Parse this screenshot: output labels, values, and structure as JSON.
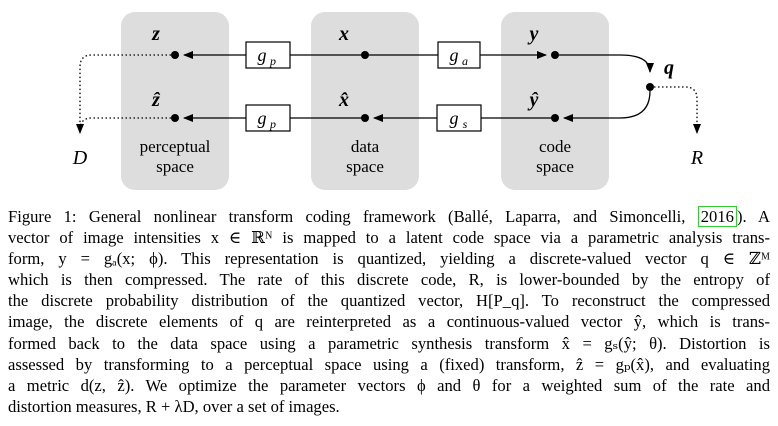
{
  "diagram": {
    "spaces": [
      {
        "id": "perceptual",
        "label_line1": "perceptual",
        "label_line2": "space",
        "top_var": "z",
        "bottom_var": "ẑ"
      },
      {
        "id": "data",
        "label_line1": "data",
        "label_line2": "space",
        "top_var": "x",
        "bottom_var": "x̂"
      },
      {
        "id": "code",
        "label_line1": "code",
        "label_line2": "space",
        "top_var": "y",
        "bottom_var": "ŷ"
      }
    ],
    "transforms": {
      "gp_top": "g",
      "gp_top_sub": "p",
      "ga": "g",
      "ga_sub": "a",
      "gp_bottom": "g",
      "gp_bottom_sub": "p",
      "gs": "g",
      "gs_sub": "s"
    },
    "q_label": "q",
    "D_label": "D",
    "R_label": "R",
    "colors": {
      "box_fill": "#dddddd",
      "ink": "#000000",
      "citation_border": "#33cc33"
    }
  },
  "caption": {
    "l1_a": "Figure 1: General nonlinear transform coding framework (Ballé, Laparra, and Simoncelli,",
    "l1_cite": "2016",
    "l1_b": "). A",
    "l2": "vector of image intensities x ∈ ℝᴺ is mapped to a latent code space via a parametric analysis trans-",
    "l3": "form, y = gₐ(x; ϕ). This representation is quantized, yielding a discrete-valued vector q ∈ ℤᴹ",
    "l4": "which is then compressed. The rate of this discrete code, R, is lower-bounded by the entropy of",
    "l5": "the discrete probability distribution of the quantized vector, H[P_q]. To reconstruct the compressed",
    "l6": "image, the discrete elements of q are reinterpreted as a continuous-valued vector ŷ, which is trans-",
    "l7": "formed back to the data space using a parametric synthesis transform x̂ = gₛ(ŷ; θ). Distortion is",
    "l8": "assessed by transforming to a perceptual space using a (fixed) transform, ẑ = gₚ(x̂), and evaluating",
    "l9": "a metric d(z, ẑ). We optimize the parameter vectors ϕ and θ for a weighted sum of the rate and",
    "l10": "distortion measures, R + λD, over a set of images."
  }
}
